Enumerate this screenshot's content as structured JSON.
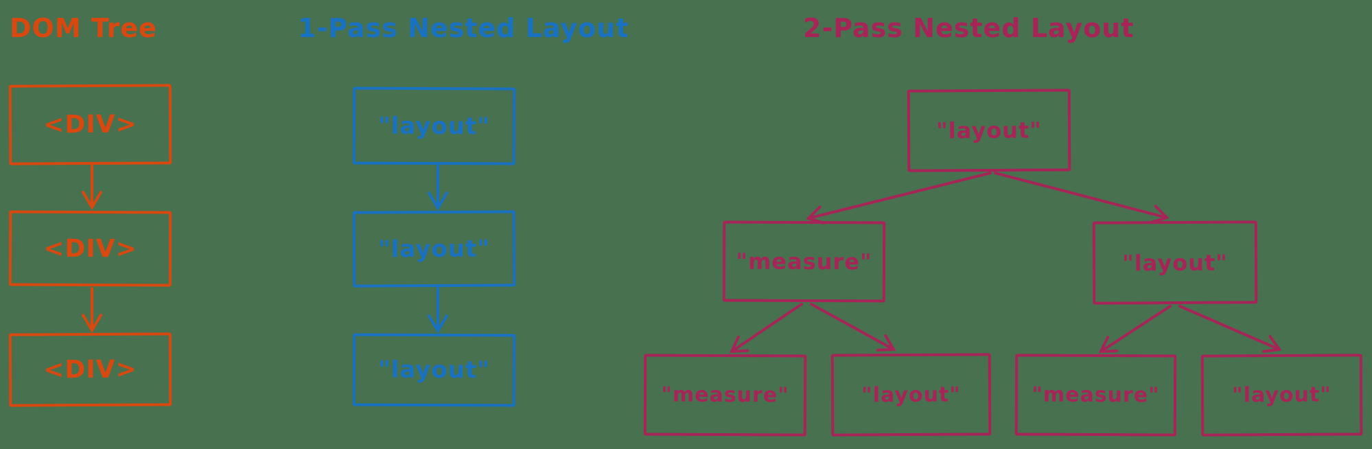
{
  "background_color": "#48714f",
  "columns": [
    {
      "title": "DOM Tree",
      "color": "#d9480f",
      "nodes": [
        "<DIV>",
        "<DIV>",
        "<DIV>"
      ]
    },
    {
      "title": "1-Pass Nested Layout",
      "color": "#1971c2",
      "nodes": [
        "\"layout\"",
        "\"layout\"",
        "\"layout\""
      ]
    },
    {
      "title": "2-Pass Nested Layout",
      "color": "#a72458",
      "root": "\"layout\"",
      "children": [
        "\"measure\"",
        "\"layout\""
      ],
      "grandchildren": [
        "\"measure\"",
        "\"layout\"",
        "\"measure\"",
        "\"layout\""
      ]
    }
  ]
}
